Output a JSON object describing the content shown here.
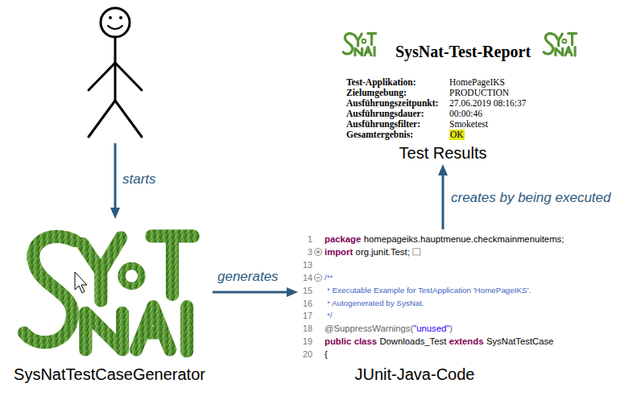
{
  "diagram": {
    "nodes": [
      {
        "text": []
      },
      {
        "text": [
          "SysNat-Test-Report",
          "Test-Applikation:",
          "HomePageIKS",
          "Zielumgebung:",
          "PRODUCTION",
          "Ausführungszeitpunkt:",
          "27.06.2019 08:16:37",
          "Ausführungsdauer:",
          "00:00:46",
          "Ausführungsfilter:",
          "Smoketest",
          "Gesamtergebnis:",
          "OK",
          "Test Results"
        ]
      },
      {
        "text": [
          "SysNatTestCaseGenerator"
        ]
      },
      {
        "text": [
          "1",
          "package",
          "homepageiks.hauptmenue.checkmainmenuitems;",
          "3",
          "import",
          "org.junit.Test;",
          "13",
          "14",
          "/**",
          "15",
          "* Executable Example for TestApplication 'HomePageIKS'.",
          "16",
          "* Autogenerated by SysNat.",
          "17",
          "*/",
          "18",
          "@SuppressWarnings(",
          "\"unused\"",
          ")",
          "19",
          "public",
          "class",
          "Downloads_Test",
          "extends",
          "SysNatTestCase",
          "20",
          "{",
          "JUnit-Java-Code"
        ]
      }
    ],
    "edges": [
      {
        "from": 0,
        "to": 2,
        "arrow": "to",
        "label": "starts"
      },
      {
        "from": 2,
        "to": 3,
        "arrow": "to",
        "label": "generates"
      },
      {
        "from": 3,
        "to": 1,
        "arrow": "to",
        "label": "creates by being executed"
      }
    ]
  }
}
